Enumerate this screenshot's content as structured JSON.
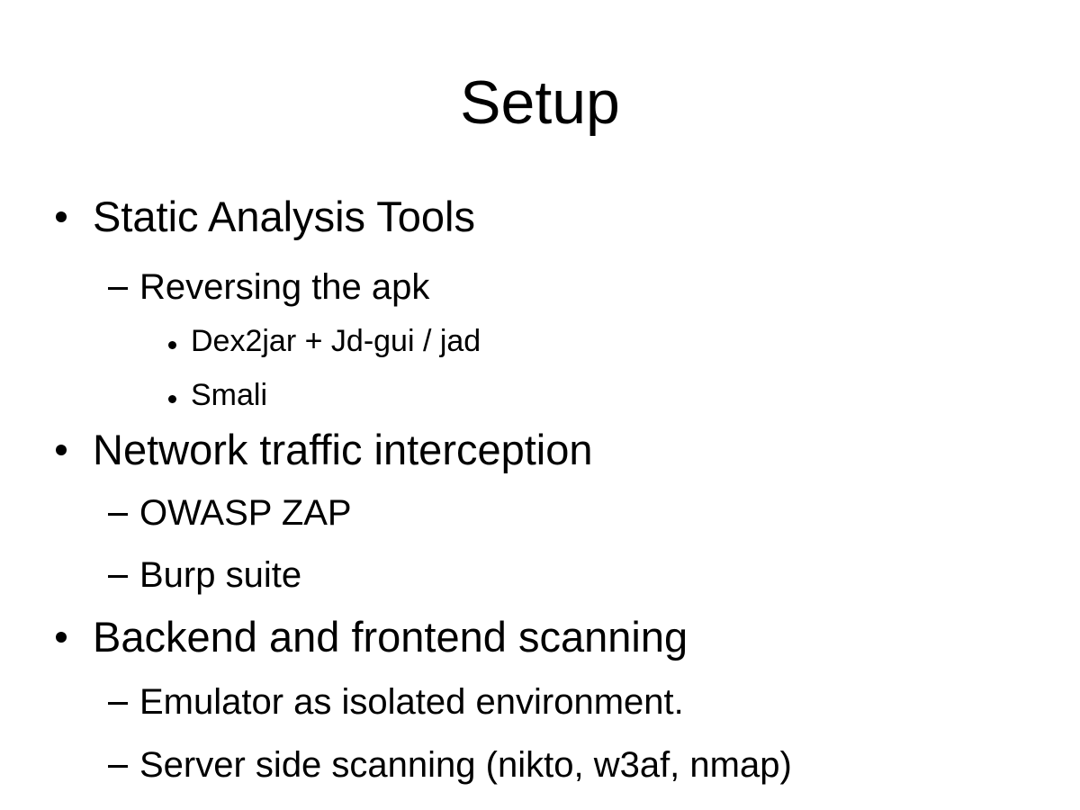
{
  "slide": {
    "title": "Setup",
    "bullets": [
      {
        "level": 1,
        "text": "Static Analysis Tools"
      },
      {
        "level": 2,
        "text": "Reversing the apk"
      },
      {
        "level": 3,
        "text": "Dex2jar + Jd-gui / jad"
      },
      {
        "level": 3,
        "text": "Smali"
      },
      {
        "level": 1,
        "text": "Network traffic interception"
      },
      {
        "level": 2,
        "text": "OWASP ZAP"
      },
      {
        "level": 2,
        "text": "Burp suite"
      },
      {
        "level": 1,
        "text": "Backend and frontend scanning"
      },
      {
        "level": 2,
        "text": "Emulator as isolated environment."
      },
      {
        "level": 2,
        "text": "Server side scanning (nikto, w3af, nmap)"
      }
    ],
    "colors": {
      "background": "#ffffff",
      "text": "#000000"
    }
  }
}
